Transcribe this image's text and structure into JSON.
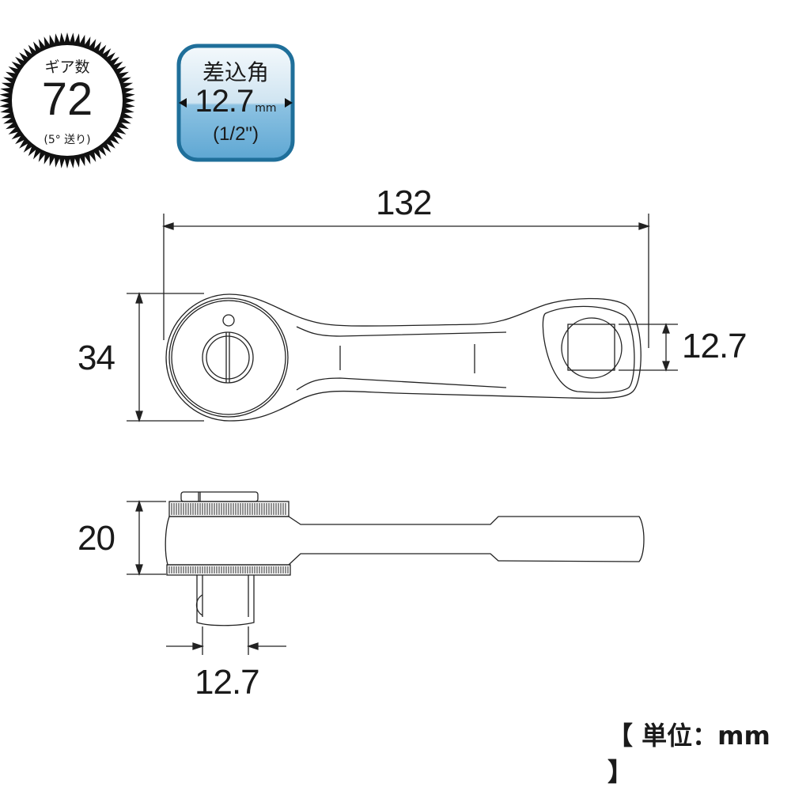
{
  "gear_badge": {
    "title": "ギア数",
    "count": "72",
    "subtitle": "(5° 送り)"
  },
  "drive_badge": {
    "title": "差込角",
    "size": "12.7",
    "unit": "mm",
    "inch": "(1/2\")",
    "colors": {
      "border": "#1f6f9a",
      "top": "#eaf3f8",
      "bottom": "#6fb3d9"
    }
  },
  "dimensions": {
    "overall_length": "132",
    "head_width": "34",
    "square_size_top": "12.7",
    "head_height": "20",
    "square_size_side": "12.7"
  },
  "unit_label": "【 単位：mm 】"
}
